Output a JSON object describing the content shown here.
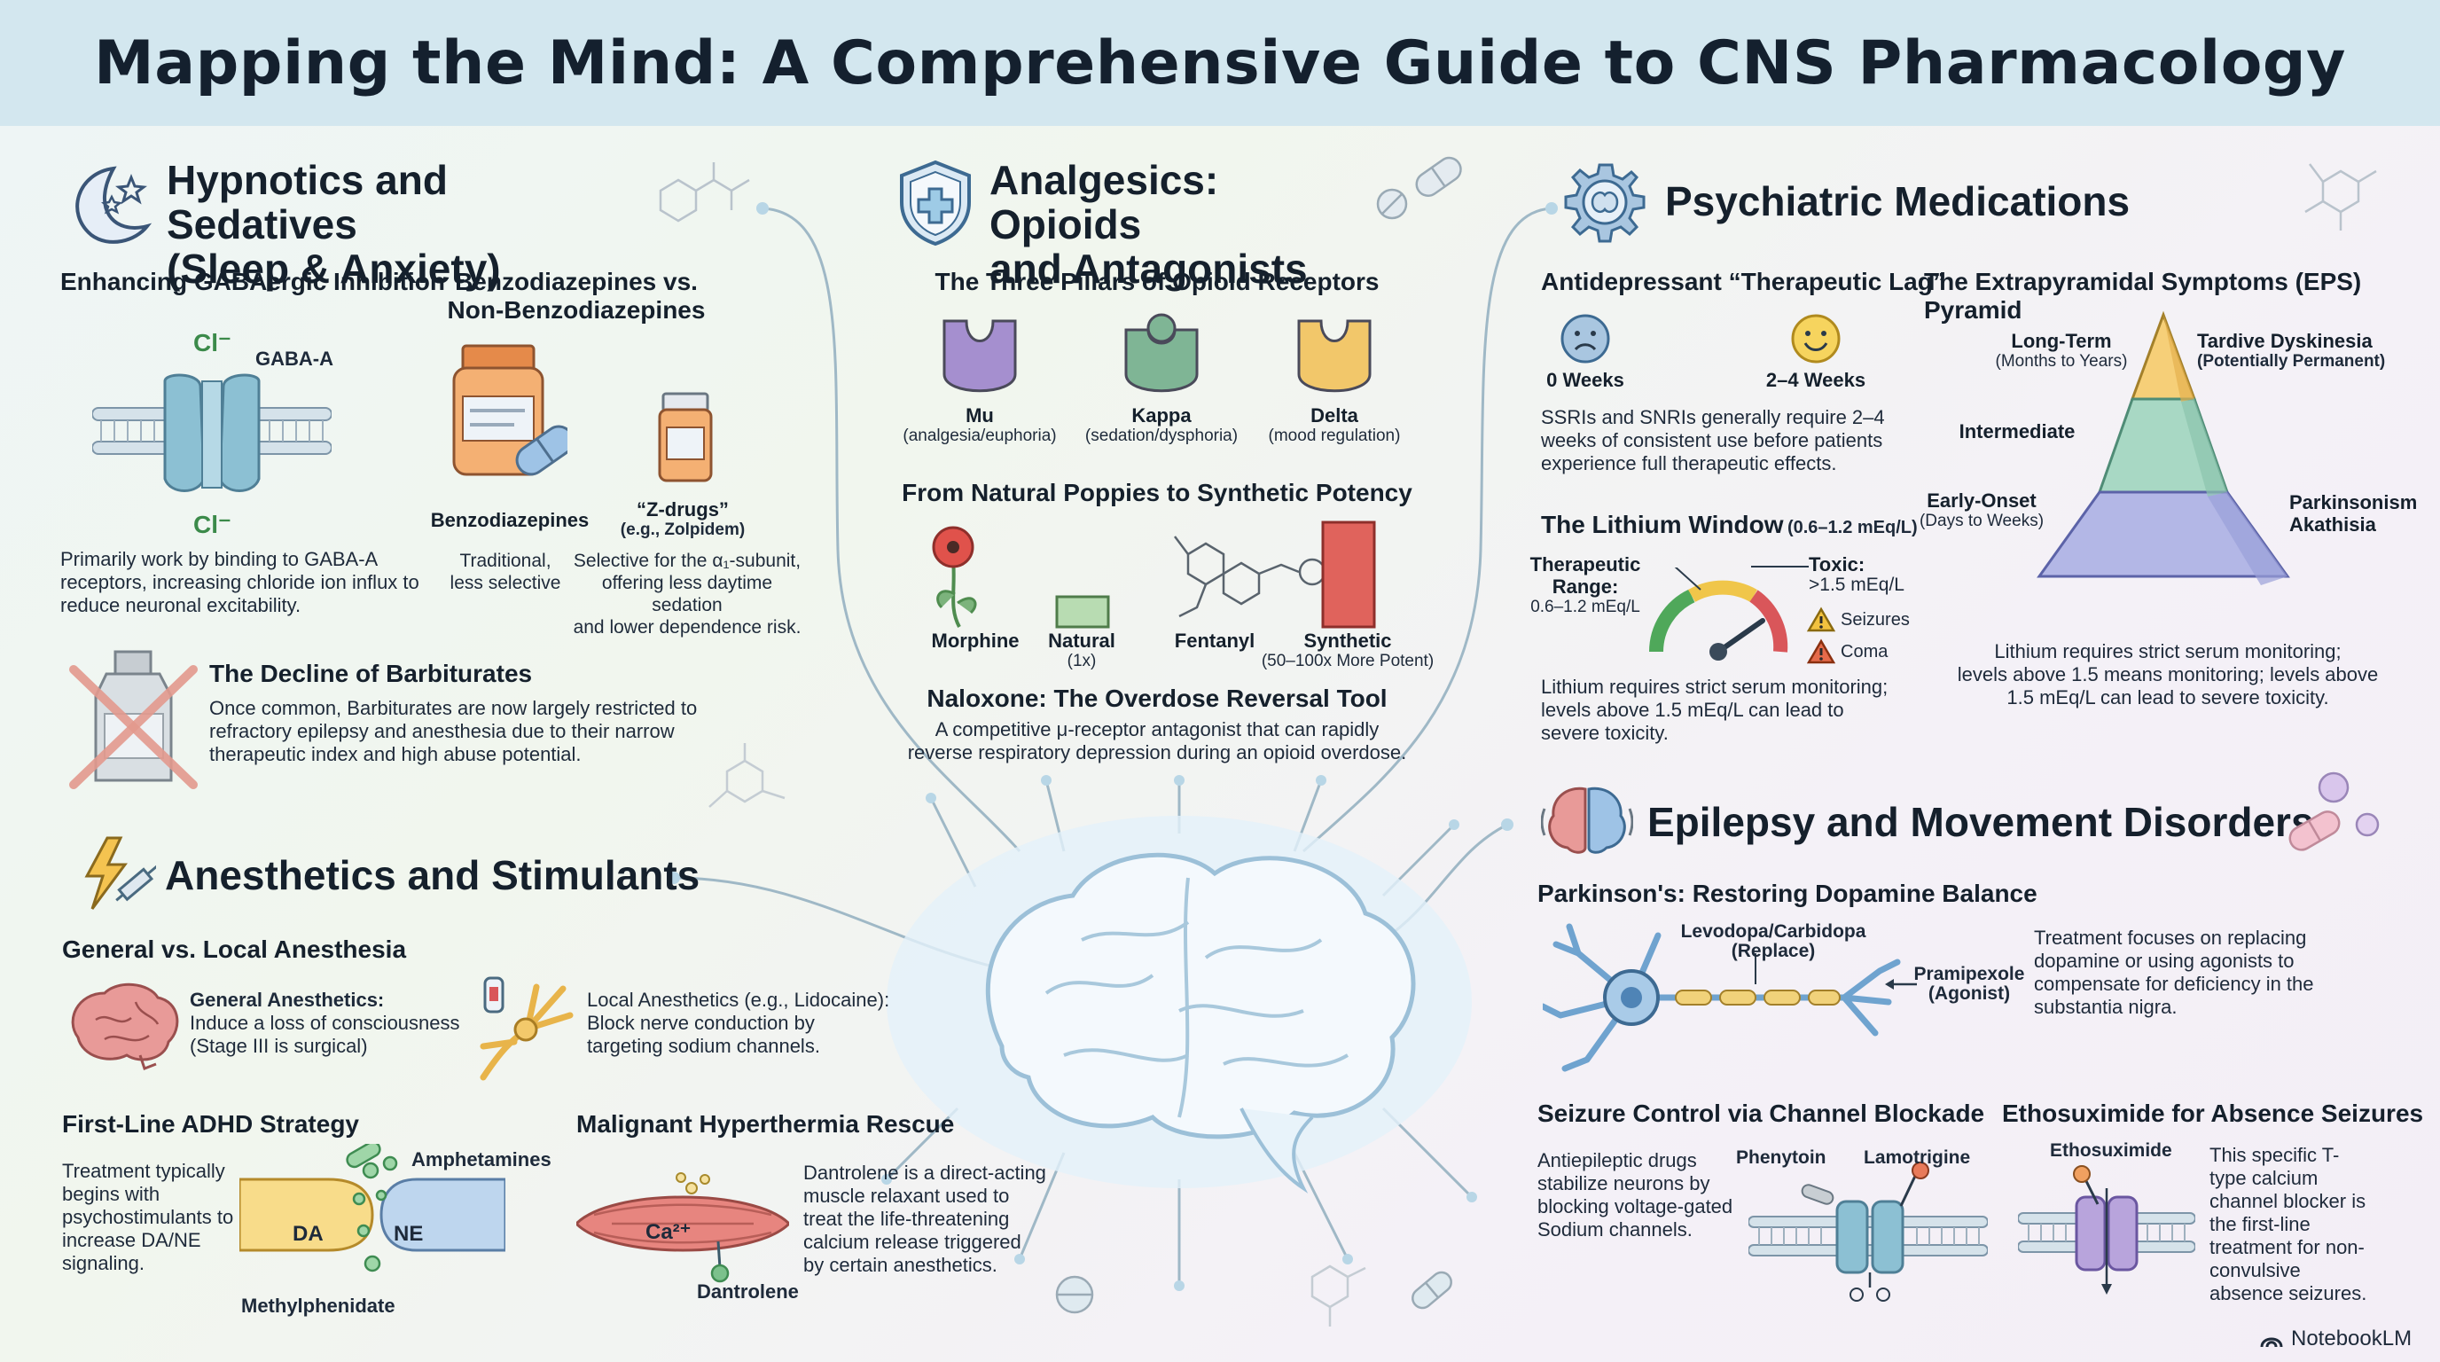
{
  "title": "Mapping the Mind: A Comprehensive Guide to CNS Pharmacology",
  "footer_brand": "NotebookLM",
  "hypnotics": {
    "title_line1": "Hypnotics and Sedatives",
    "title_line2": "(Sleep & Anxiety)",
    "gaba": {
      "heading": "Enhancing GABAergic Inhibition",
      "ion_top": "Cl⁻",
      "ion_bottom": "Cl⁻",
      "receptor_label": "GABA-A",
      "description": "Primarily work by binding to GABA-A receptors, increasing chloride ion influx to reduce neuronal excitability."
    },
    "benzo": {
      "heading_line1": "Benzodiazepines vs.",
      "heading_line2": "Non-Benzodiazepines",
      "benzo_label": "Benzodiazepines",
      "benzo_desc_line1": "Traditional,",
      "benzo_desc_line2": "less selective",
      "z_label_line1": "“Z-drugs”",
      "z_label_line2": "(e.g., Zolpidem)",
      "z_desc_line1": "Selective for the α₁-subunit,",
      "z_desc_line2": "offering less daytime sedation",
      "z_desc_line3": "and lower dependence risk."
    },
    "barbiturates": {
      "heading": "The Decline of Barbiturates",
      "description": "Once common, Barbiturates are now largely restricted to refractory epilepsy and anesthesia due to their narrow therapeutic index and high abuse potential."
    }
  },
  "anesthetics": {
    "title": "Anesthetics and Stimulants",
    "anesthesia": {
      "heading": "General vs. Local Anesthesia",
      "general_label": "General Anesthetics:",
      "general_line1": "Induce a loss of consciousness",
      "general_line2": "(Stage III is surgical)",
      "local_line1": "Local Anesthetics (e.g., Lidocaine):",
      "local_line2": "Block nerve conduction by",
      "local_line3": "targeting sodium channels."
    },
    "adhd": {
      "heading": "First-Line ADHD Strategy",
      "description": "Treatment typically begins with psychostimulants to increase DA/NE signaling.",
      "amphetamines": "Amphetamines",
      "methylphenidate": "Methylphenidate",
      "da": "DA",
      "ne": "NE"
    },
    "hyperthermia": {
      "heading": "Malignant Hyperthermia Rescue",
      "description": "Dantrolene is a direct-acting muscle relaxant used to treat the life-threatening calcium release triggered by certain anesthetics.",
      "ion": "Ca²⁺",
      "drug": "Dantrolene"
    }
  },
  "analgesics": {
    "title_line1": "Analgesics: Opioids",
    "title_line2": "and Antagonists",
    "pillars_heading": "The Three Pillars of Opioid Receptors",
    "receptors": [
      {
        "name": "Mu",
        "effect": "(analgesia/euphoria)",
        "color": "#a58fcf"
      },
      {
        "name": "Kappa",
        "effect": "(sedation/dysphoria)",
        "color": "#7fb595"
      },
      {
        "name": "Delta",
        "effect": "(mood regulation)",
        "color": "#f2c76a"
      }
    ],
    "potency_heading": "From Natural Poppies to Synthetic Potency",
    "potency": {
      "morphine": "Morphine",
      "natural": "Natural",
      "natural_sub": "(1x)",
      "fentanyl": "Fentanyl",
      "synthetic": "Synthetic",
      "synthetic_sub": "(50–100x More Potent)"
    },
    "naloxone_heading": "Naloxone: The Overdose Reversal Tool",
    "naloxone_line1": "A competitive μ-receptor antagonist that can rapidly",
    "naloxone_line2": "reverse respiratory depression during an opioid overdose."
  },
  "psychiatric": {
    "title": "Psychiatric Medications",
    "lag": {
      "heading": "Antidepressant “Therapeutic Lag”",
      "week0": "0 Weeks",
      "week24": "2–4 Weeks",
      "description": "SSRIs and SNRIs generally require 2–4 weeks of consistent use before patients experience full therapeutic effects."
    },
    "lithium": {
      "heading": "The Lithium Window",
      "heading_range": "(0.6–1.2 mEq/L)",
      "therapeutic_line1": "Therapeutic",
      "therapeutic_line2": "Range:",
      "therapeutic_line3": "0.6–1.2 mEq/L",
      "toxic_line1": "Toxic:",
      "toxic_line2": ">1.5 mEq/L",
      "seizures": "Seizures",
      "coma": "Coma",
      "description": "Lithium requires strict serum monitoring; levels above 1.5 mEq/L can lead to severe toxicity."
    },
    "eps": {
      "heading": "The Extrapyramidal Symptoms (EPS) Pyramid",
      "long_term": "Long-Term",
      "long_term_sub": "(Months to Years)",
      "tardive": "Tardive Dyskinesia",
      "tardive_sub": "(Potentially Permanent)",
      "intermediate": "Intermediate",
      "early_onset": "Early-Onset",
      "early_onset_sub": "(Days to Weeks)",
      "parkinsonism": "Parkinsonism",
      "akathisia": "Akathisia",
      "note_line1": "Lithium requires strict serum monitoring;",
      "note_line2": "levels above 1.5 means monitoring; levels above",
      "note_line3": "1.5 mEq/L can lead to severe toxicity."
    }
  },
  "epilepsy": {
    "title": "Epilepsy and Movement Disorders",
    "parkinsons": {
      "heading": "Parkinson's: Restoring Dopamine Balance",
      "levodopa_line1": "Levodopa/Carbidopa",
      "levodopa_line2": "(Replace)",
      "pramipexole_line1": "Pramipexole",
      "pramipexole_line2": "(Agonist)",
      "description": "Treatment focuses on replacing dopamine or using agonists to compensate for deficiency in the substantia nigra."
    },
    "seizure": {
      "heading": "Seizure Control via Channel Blockade",
      "description": "Antiepileptic drugs stabilize neurons by blocking voltage-gated Sodium channels.",
      "phenytoin": "Phenytoin",
      "lamotrigine": "Lamotrigine"
    },
    "ethosuximide": {
      "heading": "Ethosuximide for Absence Seizures",
      "drug": "Ethosuximide",
      "description": "This specific T-type calcium channel blocker is the first-line treatment for non-convulsive absence seizures."
    }
  }
}
